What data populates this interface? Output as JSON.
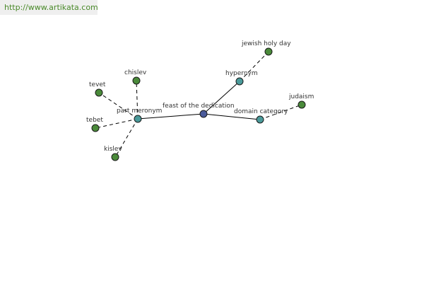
{
  "banner": {
    "url_text": "http://www.artikata.com"
  },
  "colors": {
    "center_node": "#4a5a9a",
    "relation_node": "#4a9a9a",
    "leaf_node": "#4a8a3a",
    "banner_text": "#4a8a2a"
  },
  "graph": {
    "nodes": [
      {
        "id": "center",
        "label": "feast of the dedication",
        "kind": "center"
      },
      {
        "id": "hypernym",
        "label": "hypernym",
        "kind": "relation"
      },
      {
        "id": "part-meronym",
        "label": "part meronym",
        "kind": "relation"
      },
      {
        "id": "domain-category",
        "label": "domain category",
        "kind": "relation"
      },
      {
        "id": "jewish-holy-day",
        "label": "jewish holy day",
        "kind": "leaf"
      },
      {
        "id": "chislev",
        "label": "chislev",
        "kind": "leaf"
      },
      {
        "id": "tevet",
        "label": "tevet",
        "kind": "leaf"
      },
      {
        "id": "tebet",
        "label": "tebet",
        "kind": "leaf"
      },
      {
        "id": "kislev",
        "label": "kislev",
        "kind": "leaf"
      },
      {
        "id": "judaism",
        "label": "judaism",
        "kind": "leaf"
      }
    ],
    "edges": [
      {
        "from": "center",
        "to": "hypernym",
        "style": "solid"
      },
      {
        "from": "center",
        "to": "part-meronym",
        "style": "solid"
      },
      {
        "from": "center",
        "to": "domain-category",
        "style": "solid"
      },
      {
        "from": "hypernym",
        "to": "jewish-holy-day",
        "style": "dashed"
      },
      {
        "from": "part-meronym",
        "to": "chislev",
        "style": "dashed"
      },
      {
        "from": "part-meronym",
        "to": "tevet",
        "style": "dashed"
      },
      {
        "from": "part-meronym",
        "to": "tebet",
        "style": "dashed"
      },
      {
        "from": "part-meronym",
        "to": "kislev",
        "style": "dashed"
      },
      {
        "from": "domain-category",
        "to": "judaism",
        "style": "dashed"
      }
    ]
  }
}
